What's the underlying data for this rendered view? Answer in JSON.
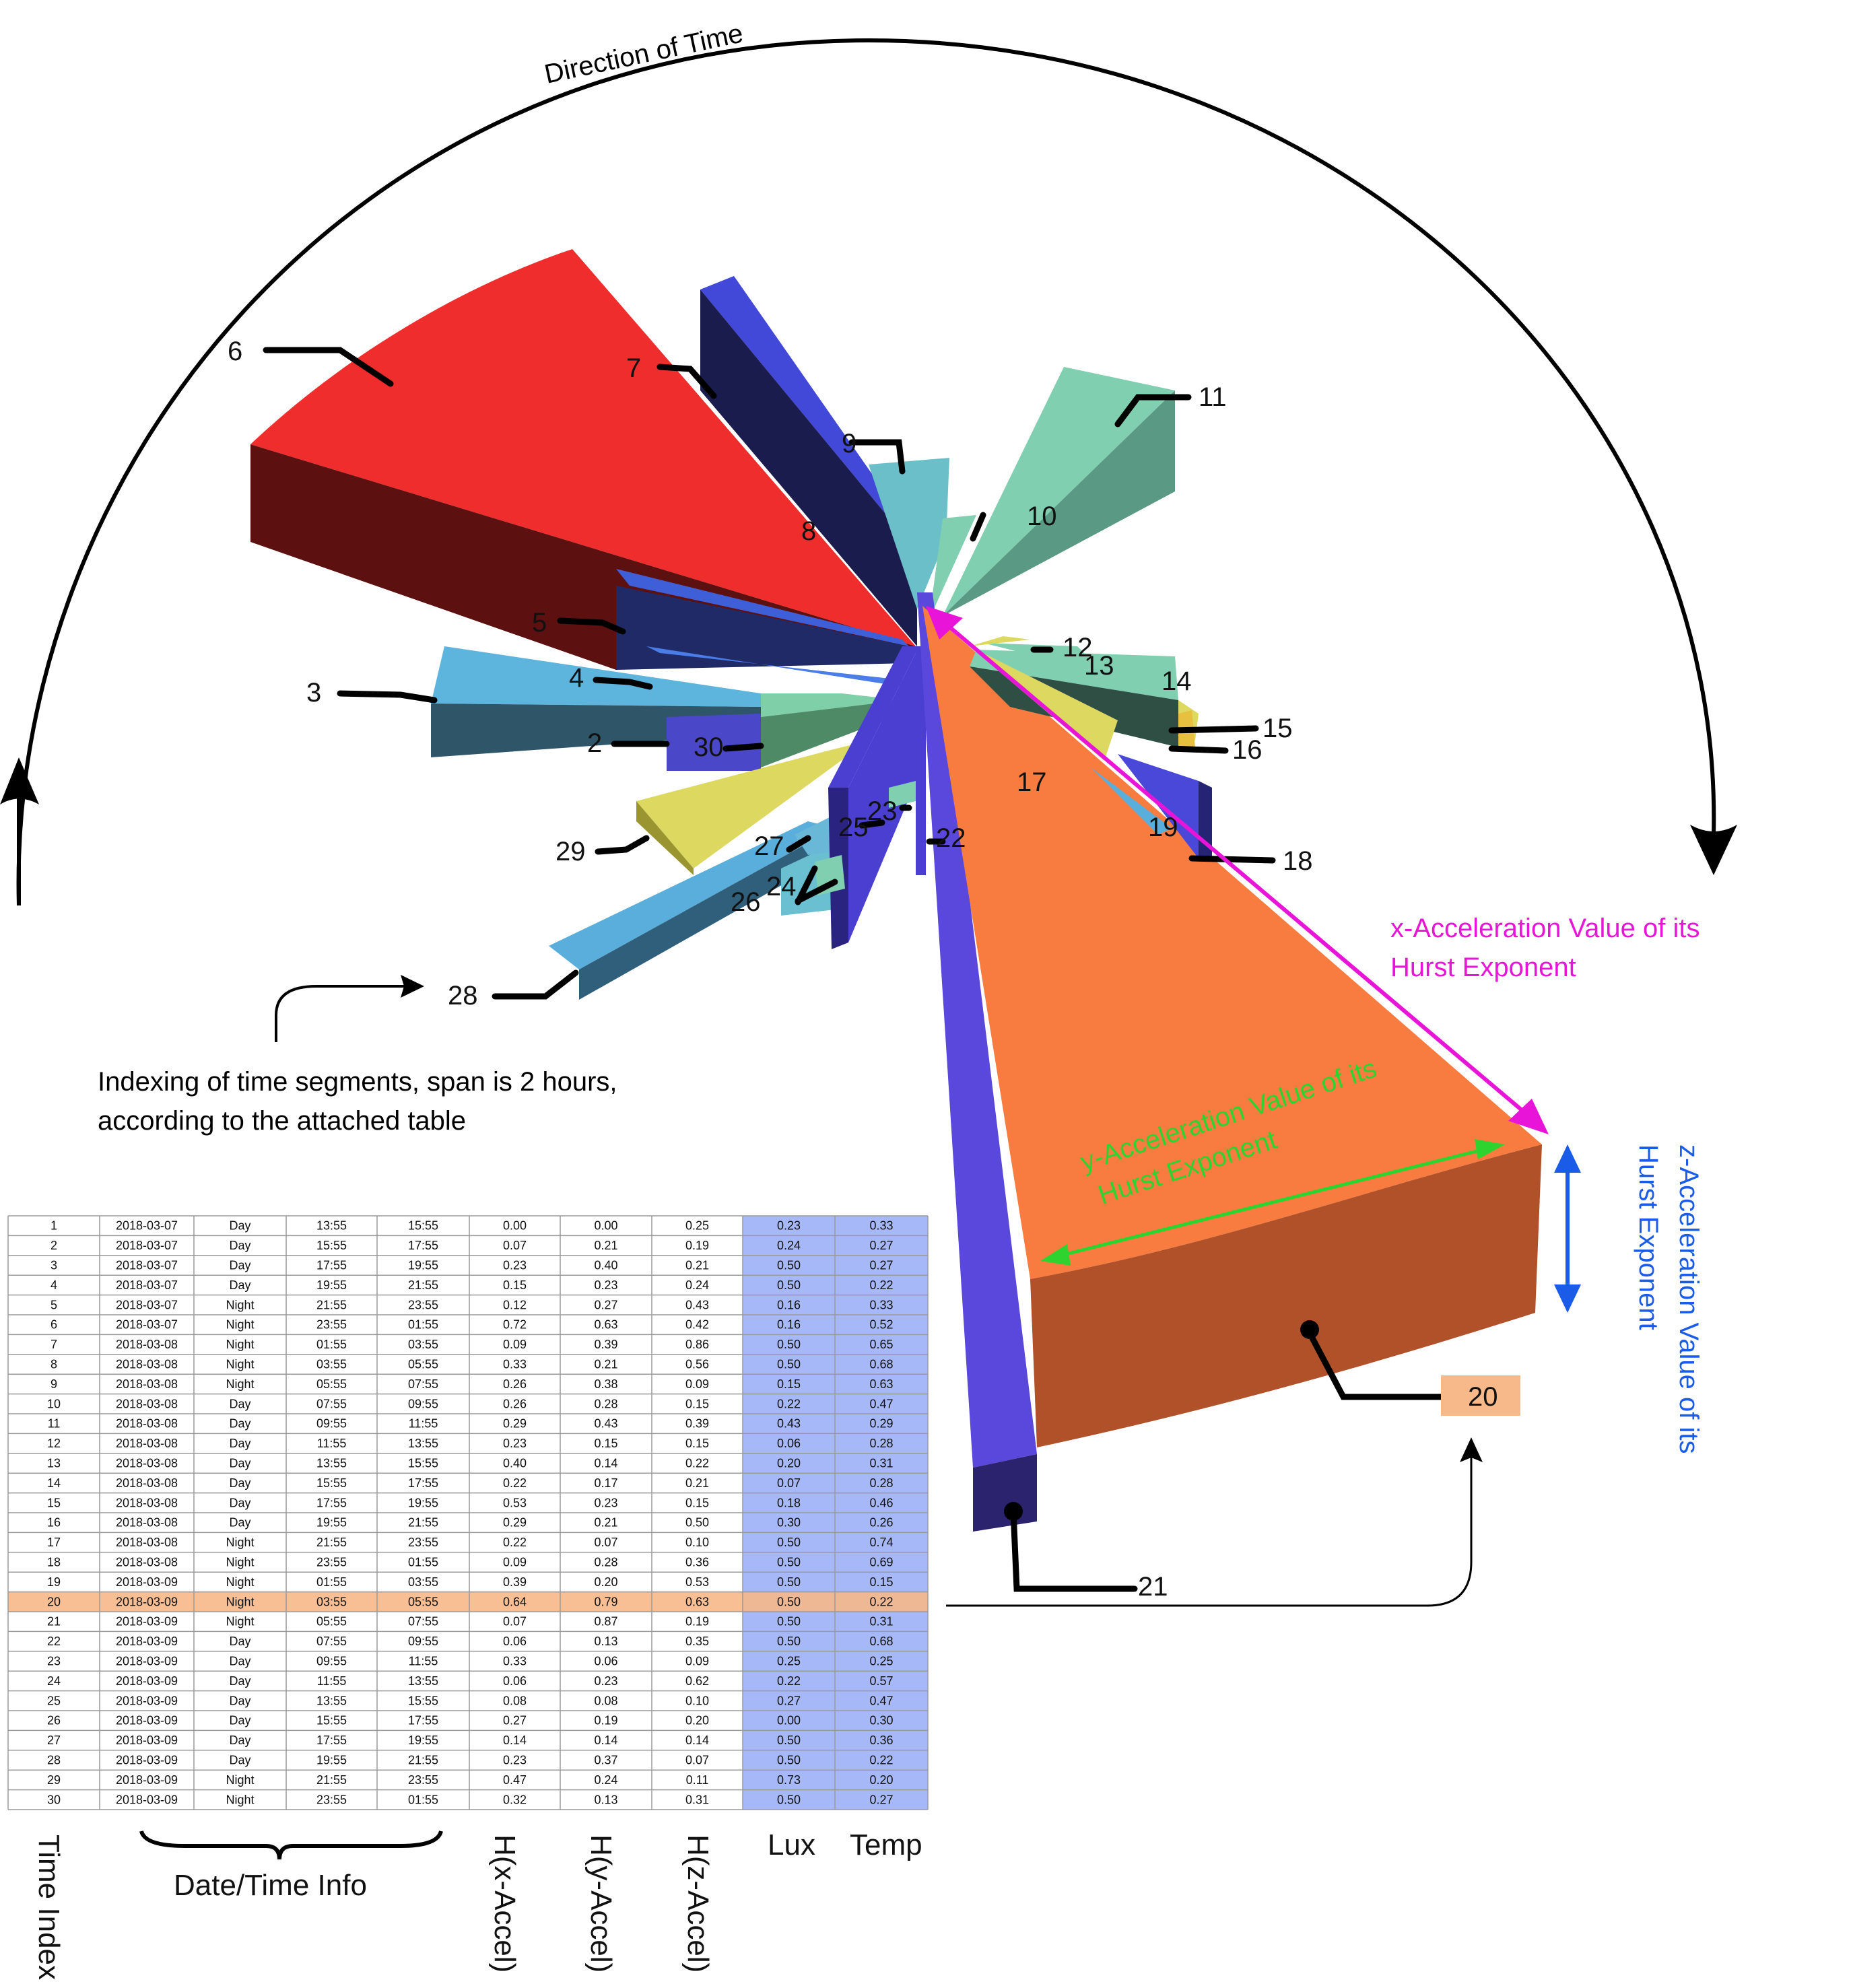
{
  "chart_data": {
    "type": "polar-3d-bar",
    "title": "",
    "direction_label": "Direction of Time",
    "index_note_line1": "Indexing of time segments, span is 2 hours,",
    "index_note_line2": "according to the attached table",
    "annotations": {
      "x": [
        "x-Acceleration Value of its",
        "Hurst Exponent"
      ],
      "y": [
        "y-Acceleration Value of its",
        "Hurst Exponent"
      ],
      "z": [
        "z-Acceleration Value of its",
        "Hurst Exponent"
      ]
    },
    "colors": {
      "x": "#e815d8",
      "y": "#2fd32f",
      "z": "#1a5ce8",
      "highlight_row": "#f7b88a",
      "sensor_cols": "#a6b8f7"
    },
    "bottom_headers": [
      "Time Index",
      "Date/Time Info",
      "H(x-Accel)",
      "H(y-Accel)",
      "H(z-Accel)",
      "Lux",
      "Temp"
    ],
    "highlight_index": 20,
    "rows": [
      [
        "1",
        "2018-03-07",
        "Day",
        "13:55",
        "15:55",
        "0.00",
        "0.00",
        "0.25",
        "0.23",
        "0.33"
      ],
      [
        "2",
        "2018-03-07",
        "Day",
        "15:55",
        "17:55",
        "0.07",
        "0.21",
        "0.19",
        "0.24",
        "0.27"
      ],
      [
        "3",
        "2018-03-07",
        "Day",
        "17:55",
        "19:55",
        "0.23",
        "0.40",
        "0.21",
        "0.50",
        "0.27"
      ],
      [
        "4",
        "2018-03-07",
        "Day",
        "19:55",
        "21:55",
        "0.15",
        "0.23",
        "0.24",
        "0.50",
        "0.22"
      ],
      [
        "5",
        "2018-03-07",
        "Night",
        "21:55",
        "23:55",
        "0.12",
        "0.27",
        "0.43",
        "0.16",
        "0.33"
      ],
      [
        "6",
        "2018-03-07",
        "Night",
        "23:55",
        "01:55",
        "0.72",
        "0.63",
        "0.42",
        "0.16",
        "0.52"
      ],
      [
        "7",
        "2018-03-08",
        "Night",
        "01:55",
        "03:55",
        "0.09",
        "0.39",
        "0.86",
        "0.50",
        "0.65"
      ],
      [
        "8",
        "2018-03-08",
        "Night",
        "03:55",
        "05:55",
        "0.33",
        "0.21",
        "0.56",
        "0.50",
        "0.68"
      ],
      [
        "9",
        "2018-03-08",
        "Night",
        "05:55",
        "07:55",
        "0.26",
        "0.38",
        "0.09",
        "0.15",
        "0.63"
      ],
      [
        "10",
        "2018-03-08",
        "Day",
        "07:55",
        "09:55",
        "0.26",
        "0.28",
        "0.15",
        "0.22",
        "0.47"
      ],
      [
        "11",
        "2018-03-08",
        "Day",
        "09:55",
        "11:55",
        "0.29",
        "0.43",
        "0.39",
        "0.43",
        "0.29"
      ],
      [
        "12",
        "2018-03-08",
        "Day",
        "11:55",
        "13:55",
        "0.23",
        "0.15",
        "0.15",
        "0.06",
        "0.28"
      ],
      [
        "13",
        "2018-03-08",
        "Day",
        "13:55",
        "15:55",
        "0.40",
        "0.14",
        "0.22",
        "0.20",
        "0.31"
      ],
      [
        "14",
        "2018-03-08",
        "Day",
        "15:55",
        "17:55",
        "0.22",
        "0.17",
        "0.21",
        "0.07",
        "0.28"
      ],
      [
        "15",
        "2018-03-08",
        "Day",
        "17:55",
        "19:55",
        "0.53",
        "0.23",
        "0.15",
        "0.18",
        "0.46"
      ],
      [
        "16",
        "2018-03-08",
        "Day",
        "19:55",
        "21:55",
        "0.29",
        "0.21",
        "0.50",
        "0.30",
        "0.26"
      ],
      [
        "17",
        "2018-03-08",
        "Night",
        "21:55",
        "23:55",
        "0.22",
        "0.07",
        "0.10",
        "0.50",
        "0.74"
      ],
      [
        "18",
        "2018-03-08",
        "Night",
        "23:55",
        "01:55",
        "0.09",
        "0.28",
        "0.36",
        "0.50",
        "0.69"
      ],
      [
        "19",
        "2018-03-09",
        "Night",
        "01:55",
        "03:55",
        "0.39",
        "0.20",
        "0.53",
        "0.50",
        "0.15"
      ],
      [
        "20",
        "2018-03-09",
        "Night",
        "03:55",
        "05:55",
        "0.64",
        "0.79",
        "0.63",
        "0.50",
        "0.22"
      ],
      [
        "21",
        "2018-03-09",
        "Night",
        "05:55",
        "07:55",
        "0.07",
        "0.87",
        "0.19",
        "0.50",
        "0.31"
      ],
      [
        "22",
        "2018-03-09",
        "Day",
        "07:55",
        "09:55",
        "0.06",
        "0.13",
        "0.35",
        "0.50",
        "0.68"
      ],
      [
        "23",
        "2018-03-09",
        "Day",
        "09:55",
        "11:55",
        "0.33",
        "0.06",
        "0.09",
        "0.25",
        "0.25"
      ],
      [
        "24",
        "2018-03-09",
        "Day",
        "11:55",
        "13:55",
        "0.06",
        "0.23",
        "0.62",
        "0.22",
        "0.57"
      ],
      [
        "25",
        "2018-03-09",
        "Day",
        "13:55",
        "15:55",
        "0.08",
        "0.08",
        "0.10",
        "0.27",
        "0.47"
      ],
      [
        "26",
        "2018-03-09",
        "Day",
        "15:55",
        "17:55",
        "0.27",
        "0.19",
        "0.20",
        "0.00",
        "0.30"
      ],
      [
        "27",
        "2018-03-09",
        "Day",
        "17:55",
        "19:55",
        "0.14",
        "0.14",
        "0.14",
        "0.50",
        "0.36"
      ],
      [
        "28",
        "2018-03-09",
        "Day",
        "19:55",
        "21:55",
        "0.23",
        "0.37",
        "0.07",
        "0.50",
        "0.22"
      ],
      [
        "29",
        "2018-03-09",
        "Night",
        "21:55",
        "23:55",
        "0.47",
        "0.24",
        "0.11",
        "0.73",
        "0.20"
      ],
      [
        "30",
        "2018-03-09",
        "Night",
        "23:55",
        "01:55",
        "0.32",
        "0.13",
        "0.31",
        "0.50",
        "0.27"
      ]
    ],
    "segment_labels": [
      "2",
      "3",
      "4",
      "5",
      "6",
      "7",
      "8",
      "9",
      "10",
      "11",
      "12",
      "13",
      "14",
      "15",
      "16",
      "17",
      "18",
      "19",
      "20",
      "21",
      "22",
      "23",
      "24",
      "25",
      "26",
      "27",
      "28",
      "29",
      "30"
    ],
    "wedges": [
      {
        "index": "6",
        "color": "#f02d2d",
        "side": "#5c1010"
      },
      {
        "index": "7",
        "color": "#4248d8",
        "side": "#1b1c4e"
      },
      {
        "index": "11",
        "color": "#7fcfb0",
        "side": "#5a9983"
      },
      {
        "index": "10",
        "color": "#7fcfb0",
        "side": "#5a9983"
      },
      {
        "index": "9",
        "color": "#6bbfc8",
        "side": "#3f7f86"
      },
      {
        "index": "5",
        "color": "#3f5fd8",
        "side": "#202a66"
      },
      {
        "index": "3",
        "color": "#5db4dd",
        "side": "#2f5569"
      },
      {
        "index": "4",
        "color": "#4a7de8",
        "side": "#2a4a9a"
      },
      {
        "index": "2",
        "color": "#4a48c8",
        "side": "#2a2a7a"
      },
      {
        "index": "30",
        "color": "#7fcfa8",
        "side": "#4f8a66"
      },
      {
        "index": "29",
        "color": "#dcd860",
        "side": "#9a9530"
      },
      {
        "index": "28",
        "color": "#5aaedc",
        "side": "#2f5f7a"
      },
      {
        "index": "26",
        "color": "#6abfd0",
        "side": "#2f5f66"
      },
      {
        "index": "24",
        "color": "#7fcfb0",
        "side": "#4f8a70"
      },
      {
        "index": "27",
        "color": "#6ab8d8",
        "side": "#3f6f88"
      },
      {
        "index": "25",
        "color": "#4a3fd0",
        "side": "#2a2380"
      },
      {
        "index": "23",
        "color": "#7fcfb0",
        "side": "#4f8a70"
      },
      {
        "index": "22",
        "color": "#4a3fd0",
        "side": "#2a2380"
      },
      {
        "index": "21",
        "color": "#5a48dc",
        "side": "#2c236f"
      },
      {
        "index": "20",
        "color": "#f87c40",
        "side": "#b0512a"
      },
      {
        "index": "18",
        "color": "#4a48d8",
        "side": "#252373"
      },
      {
        "index": "19",
        "color": "#5aaedc",
        "side": "#2f5f7a"
      },
      {
        "index": "16",
        "color": "#e8c040",
        "side": "#9a7a20"
      },
      {
        "index": "15",
        "color": "#dcd860",
        "side": "#9a9530"
      },
      {
        "index": "14",
        "color": "#7fcfb0",
        "side": "#2f4f45"
      },
      {
        "index": "13",
        "color": "#7fcfb0",
        "side": "#4f8a70"
      },
      {
        "index": "12",
        "color": "#dcd860",
        "side": "#9a9530"
      },
      {
        "index": "17",
        "color": "#dcd860",
        "side": "#9a9530"
      }
    ]
  }
}
